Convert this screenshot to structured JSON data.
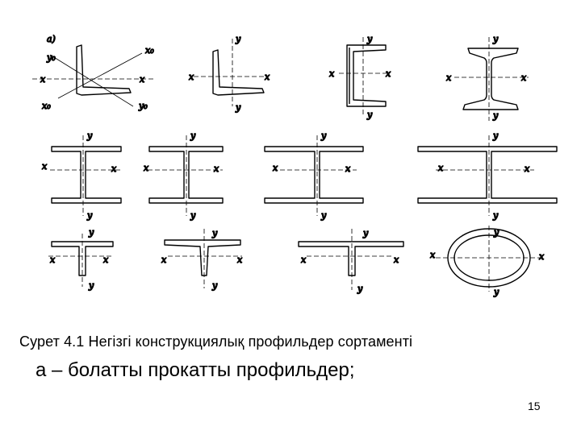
{
  "figure": {
    "subfigure_label": "а)",
    "axis_labels": {
      "x": "x",
      "y": "y",
      "x0": "x₀",
      "y0": "y₀"
    }
  },
  "caption": {
    "line1": "Сурет 4.1  Негізгі конструкциялық профильдер сортаменті",
    "line2": "а – болатты прокатты профильдер;"
  },
  "page_number": "15"
}
